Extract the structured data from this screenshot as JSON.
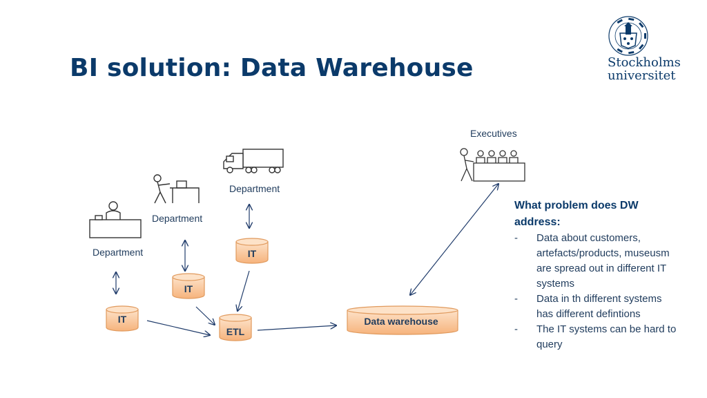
{
  "slide": {
    "title": "BI solution: Data Warehouse"
  },
  "logo": {
    "name_line1": "Stockholms",
    "name_line2": "universitet",
    "seal_text": "STOCKHOLMS UNIVERSITET"
  },
  "diagram": {
    "executives_label": "Executives",
    "departments": [
      "Department",
      "Department",
      "Department"
    ],
    "it_label": "IT",
    "etl_label": "ETL",
    "dw_label": "Data warehouse"
  },
  "side_panel": {
    "heading": "What problem does DW address:",
    "bullets": [
      "Data about customers, artefacts/products, museusm are spread out in different IT systems",
      "Data in th different systems has different defintions",
      "The IT systems can be hard to query"
    ]
  },
  "colors": {
    "title": "#0b3a6a",
    "cylinder_fill": "#f9c9a0",
    "cylinder_stroke": "#e0995c",
    "arrow": "#1f3b6a"
  }
}
